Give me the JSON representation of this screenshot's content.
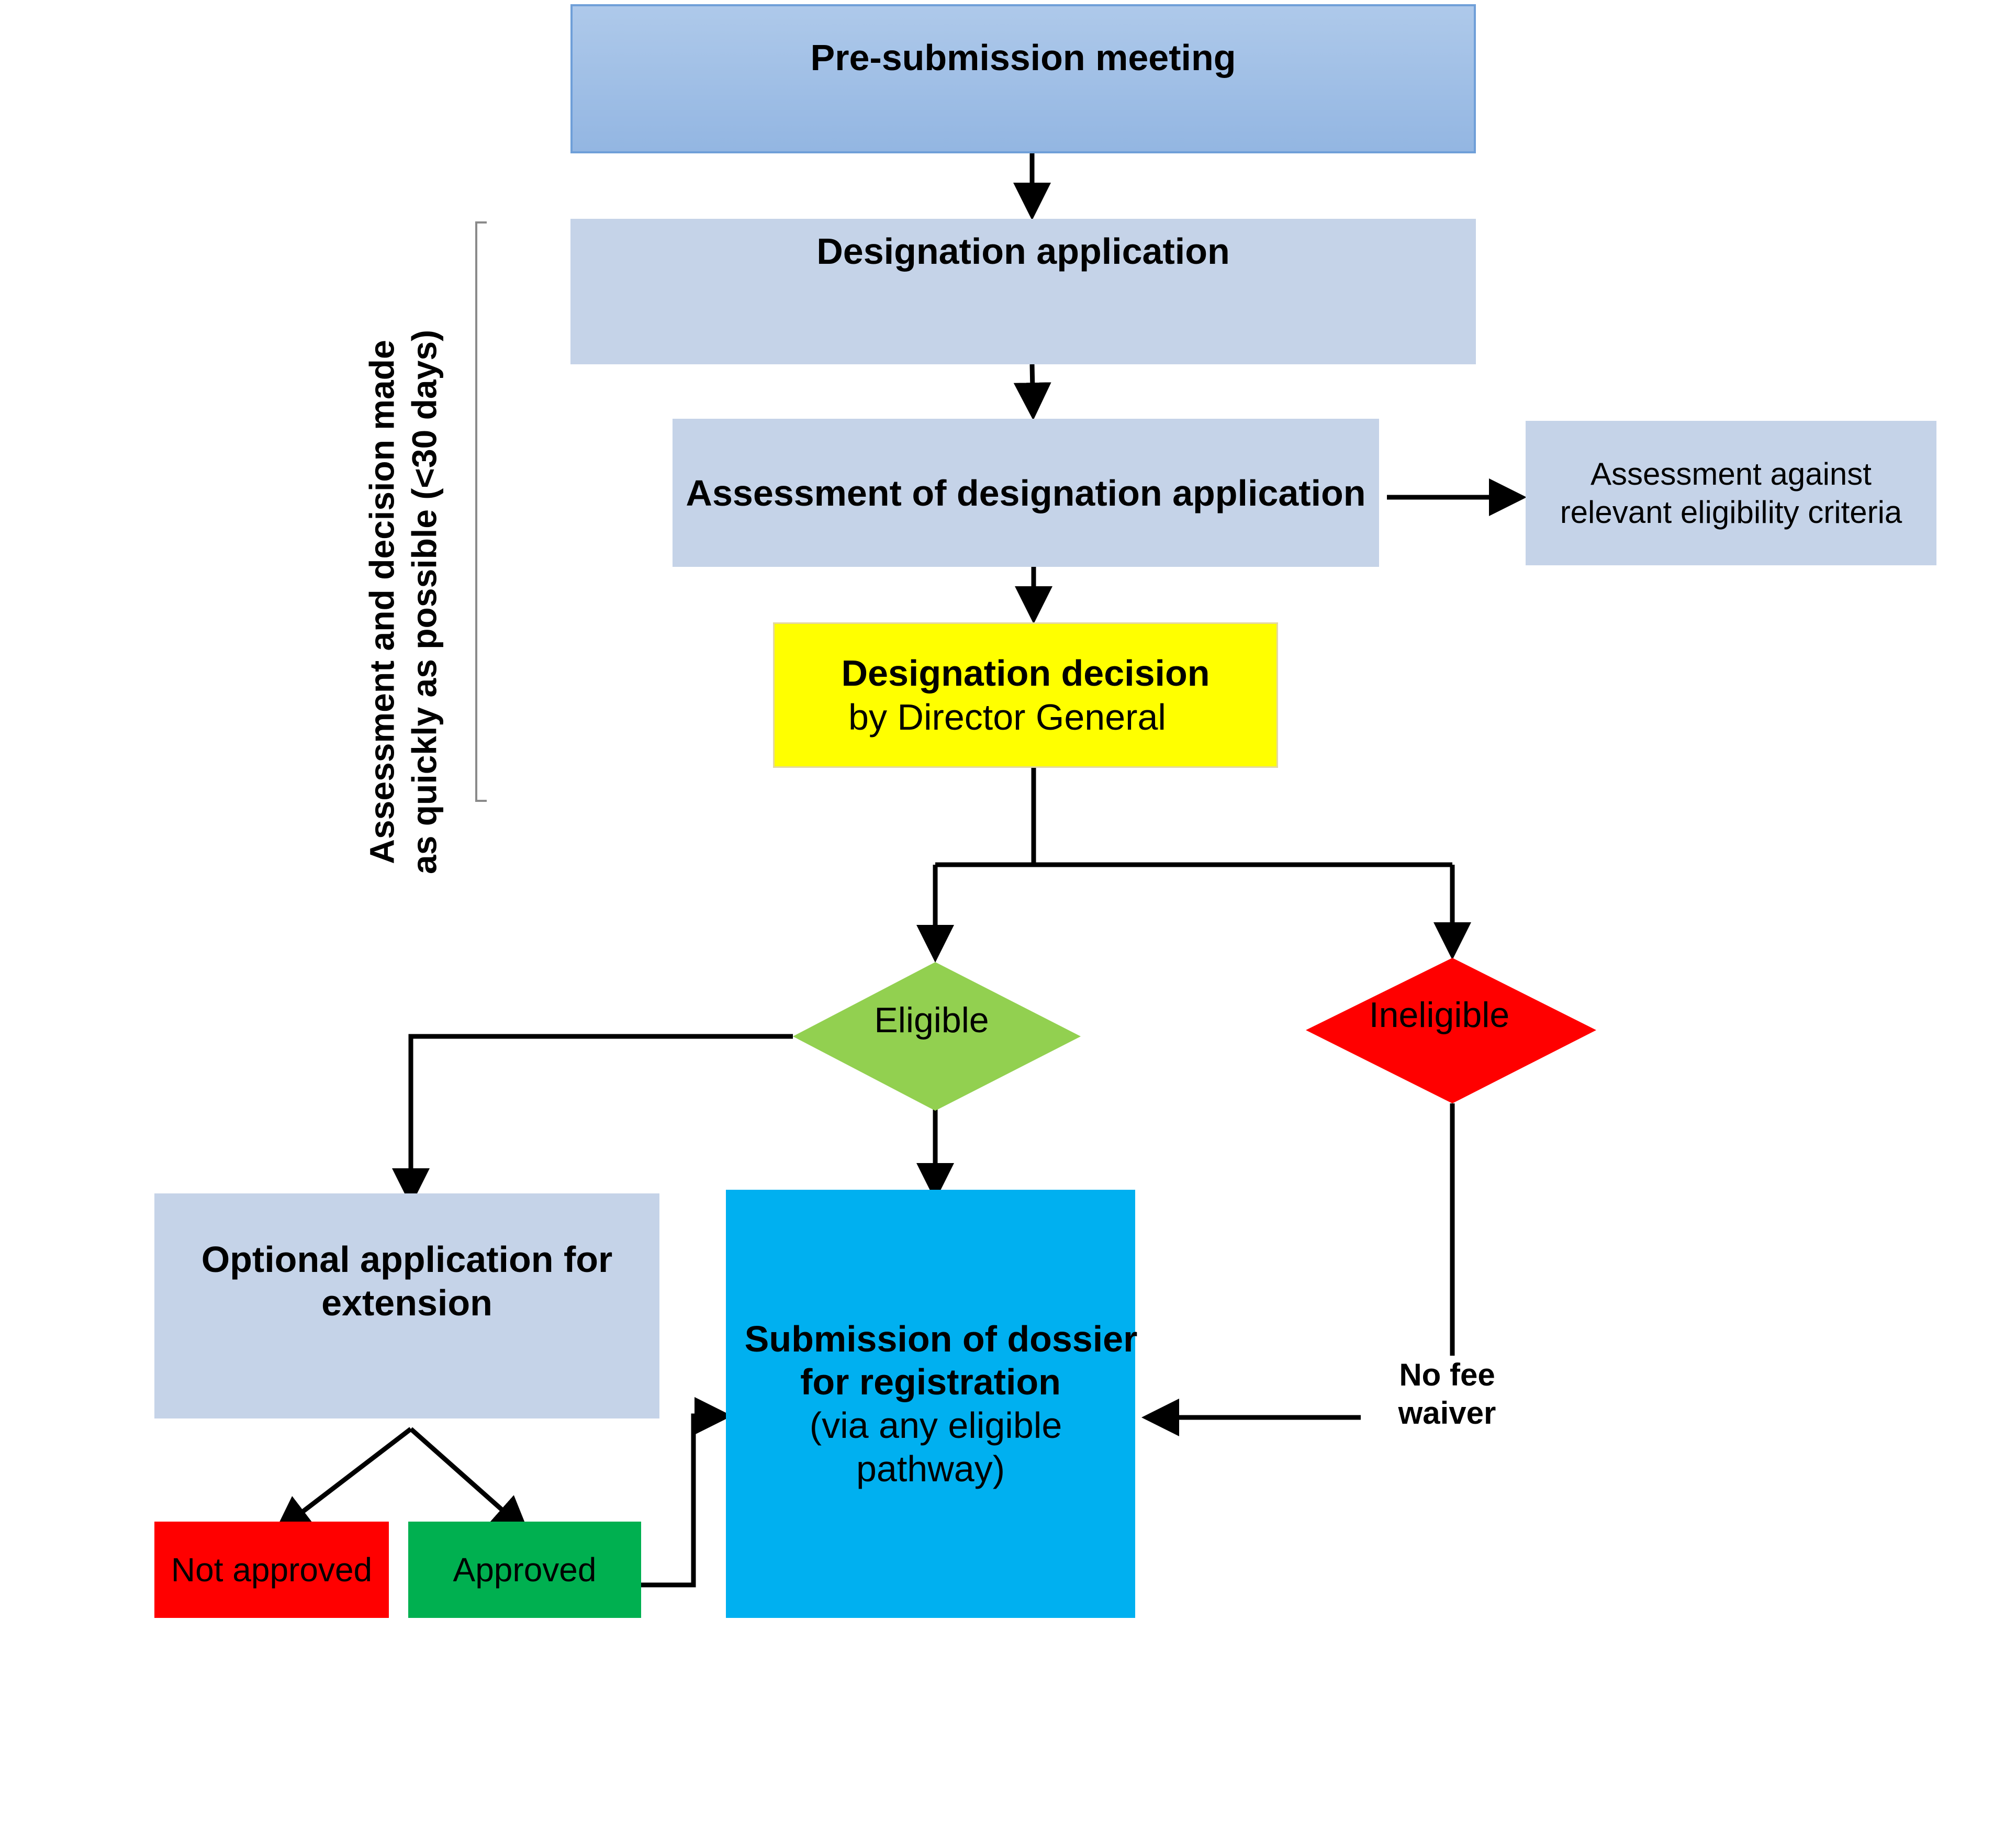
{
  "nodes": {
    "presubmission": "Pre-submission meeting",
    "designation_application": "Designation application",
    "assessment": "Assessment of designation application",
    "criteria_line1": "Assessment against",
    "criteria_line2": "relevant eligibility criteria",
    "decision_title": "Designation decision",
    "decision_sub": "by Director General",
    "eligible": "Eligible",
    "ineligible": "Ineligible",
    "optional_line1": "Optional application for",
    "optional_line2": "extension",
    "not_approved": "Not approved",
    "approved": "Approved",
    "submission_line1": "Submission of dossier",
    "submission_line2": "for registration",
    "submission_line3": "(via any eligible",
    "submission_line4": "pathway)",
    "nofee_line1": "No fee",
    "nofee_line2": "waiver"
  },
  "timeline": {
    "line1": "Assessment and decision made",
    "line2": "as quickly as possible (<30 days)"
  },
  "colors": {
    "presubmission": "#9dbde5",
    "process_box": "#c5d3e8",
    "decision": "#ffff00",
    "eligible": "#92d050",
    "ineligible": "#ff0000",
    "submission": "#00b0f0",
    "not_approved": "#ff0000",
    "approved": "#00b050"
  }
}
